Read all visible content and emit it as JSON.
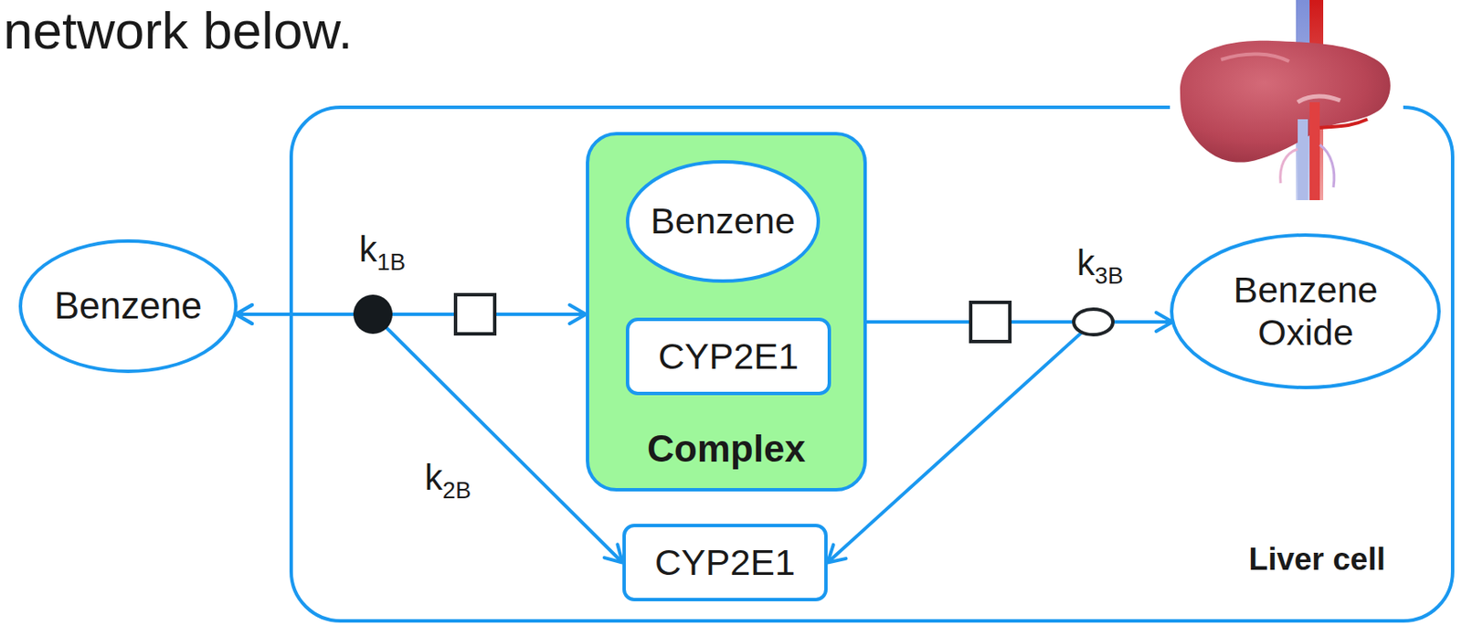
{
  "diagram": {
    "nodes": [
      {
        "text": [
          "Benzene"
        ]
      },
      {
        "text": [
          "Liver cell"
        ]
      },
      {
        "text": [
          "Complex"
        ],
        "in": 1
      },
      {
        "text": [
          "Benzene"
        ],
        "in": 2
      },
      {
        "text": [
          "CYP2E1"
        ],
        "in": 2
      },
      {
        "text": [
          "Benzene Oxide"
        ],
        "in": 1
      },
      {
        "text": [
          "CYP2E1"
        ],
        "in": 1
      }
    ],
    "edges": [
      {
        "from": 0,
        "to": 2,
        "arrow": "both",
        "label": "k1B"
      },
      {
        "from": 0,
        "to": 6,
        "arrow": "both",
        "label": "k2B"
      },
      {
        "from": 2,
        "to": 5,
        "arrow": "to",
        "label": "k3B"
      },
      {
        "from": 2,
        "to": 6,
        "arrow": "to"
      }
    ],
    "labels": [
      "network below."
    ]
  }
}
